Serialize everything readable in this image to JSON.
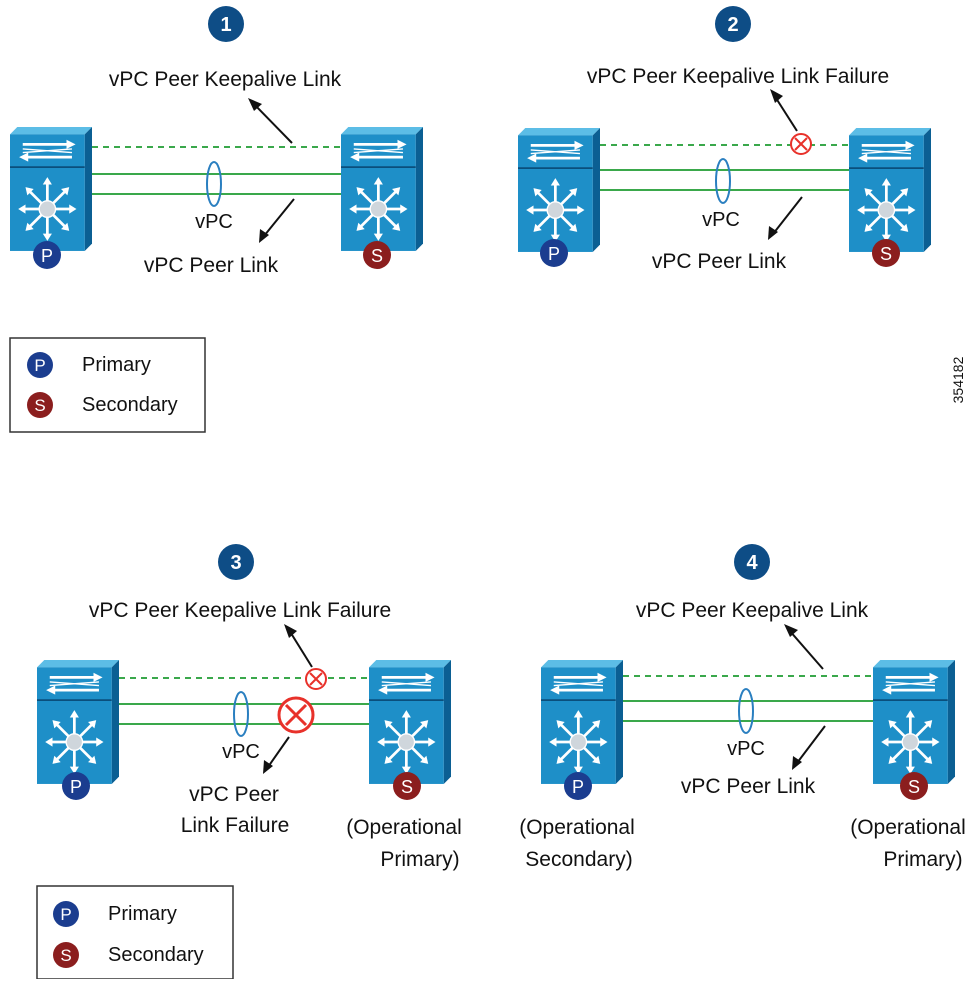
{
  "figure_id": "354182",
  "colors": {
    "switch_front": "#1e8fc8",
    "switch_dark": "#0b5f93",
    "link_green": "#3aa84b",
    "vpc_ellipse": "#2a7fc0",
    "step_badge": "#0e4d86",
    "primary_badge": "#1b3d8f",
    "secondary_badge": "#8b1e1e",
    "failure_red": "#e8312a"
  },
  "icons": {
    "step": "step-number-icon",
    "primary": "primary-badge-icon",
    "secondary": "secondary-badge-icon",
    "failure": "failure-x-icon",
    "switch": "nexus-switch-icon"
  },
  "legend": {
    "primary_letter": "P",
    "primary_label": "Primary",
    "secondary_letter": "S",
    "secondary_label": "Secondary"
  },
  "panels": [
    {
      "step": "1",
      "keepalive_label": "vPC Peer Keepalive Link",
      "vpc_label": "vPC",
      "peer_link_label": "vPC Peer Link",
      "peer_link_label_2": "",
      "left_badge": "P",
      "right_badge": "S",
      "left_role": "",
      "left_role_2": "",
      "right_role": "",
      "right_role_2": "",
      "keepalive_failed": false,
      "peer_link_failed": false
    },
    {
      "step": "2",
      "keepalive_label": "vPC Peer Keepalive Link Failure",
      "vpc_label": "vPC",
      "peer_link_label": "vPC Peer Link",
      "peer_link_label_2": "",
      "left_badge": "P",
      "right_badge": "S",
      "left_role": "",
      "left_role_2": "",
      "right_role": "",
      "right_role_2": "",
      "keepalive_failed": true,
      "peer_link_failed": false
    },
    {
      "step": "3",
      "keepalive_label": "vPC Peer Keepalive Link Failure",
      "vpc_label": "vPC",
      "peer_link_label": "vPC Peer",
      "peer_link_label_2": "Link Failure",
      "left_badge": "P",
      "right_badge": "S",
      "left_role": "",
      "left_role_2": "",
      "right_role": "(Operational",
      "right_role_2": "Primary)",
      "keepalive_failed": true,
      "peer_link_failed": true
    },
    {
      "step": "4",
      "keepalive_label": "vPC Peer Keepalive Link",
      "vpc_label": "vPC",
      "peer_link_label": "vPC Peer Link",
      "peer_link_label_2": "",
      "left_badge": "P",
      "right_badge": "S",
      "left_role": "(Operational",
      "left_role_2": "Secondary)",
      "right_role": "(Operational",
      "right_role_2": "Primary)",
      "keepalive_failed": false,
      "peer_link_failed": false
    }
  ]
}
